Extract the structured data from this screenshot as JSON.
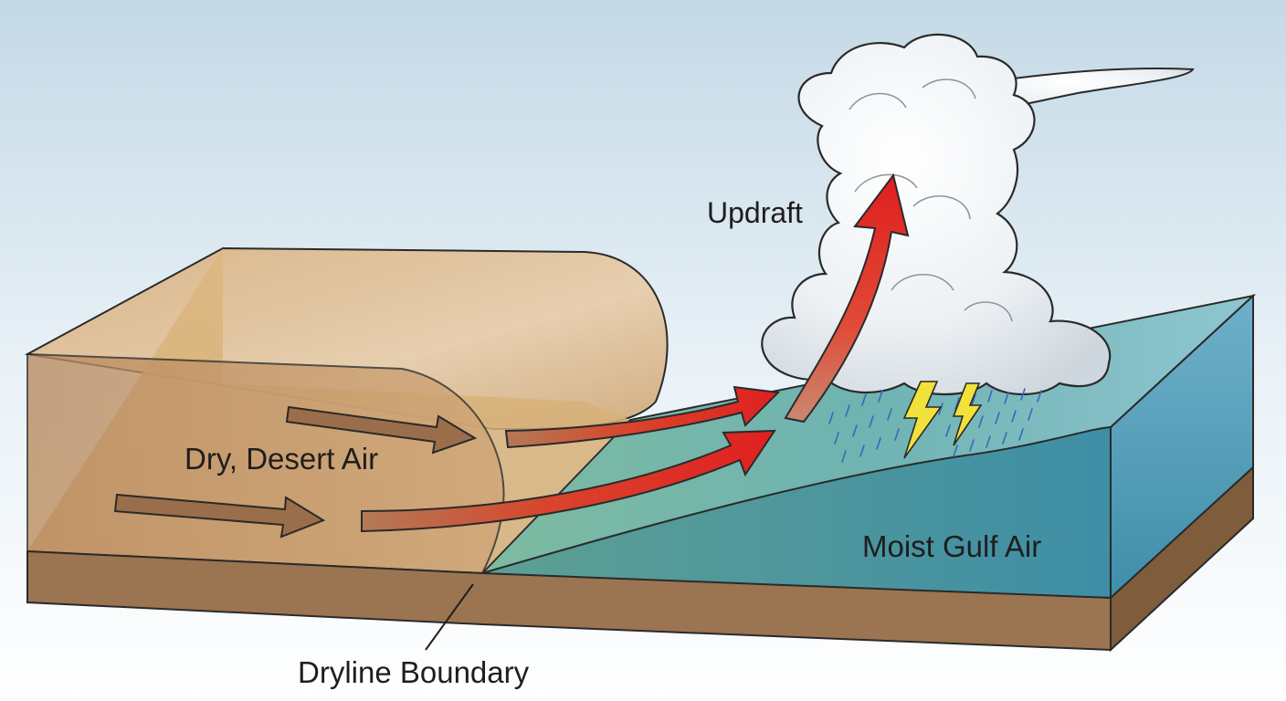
{
  "labels": {
    "updraft": "Updraft",
    "dry_air": "Dry, Desert Air",
    "moist_air": "Moist Gulf Air",
    "dryline": "Dryline Boundary"
  },
  "colors": {
    "sky_top": "#c4d9e6",
    "sky_bottom": "#ffffff",
    "soil": "#9b7451",
    "dry_air": "#c9a46f",
    "moist_air": "#5fa8a8",
    "arrow_dry": "#9a6e4a",
    "arrow_warm": "#e02424",
    "lightning": "#f2e13a",
    "rain": "#3a68b8",
    "outline": "#2a2a2a"
  }
}
